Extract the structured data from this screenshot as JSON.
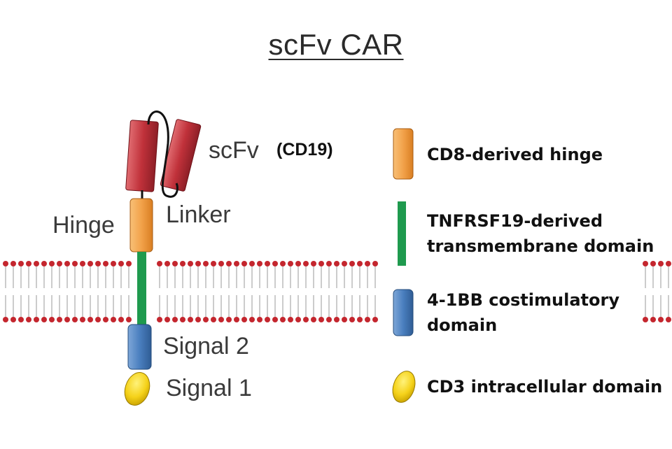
{
  "title": "scFv CAR",
  "labels": {
    "scfv": "scFv",
    "target": "(CD19)",
    "hinge": "Hinge",
    "linker": "Linker",
    "signal2": "Signal 2",
    "signal1": "Signal 1"
  },
  "legend": [
    {
      "name": "hinge",
      "line1": "CD8-derived hinge",
      "line2": "",
      "color": "#f2a24a"
    },
    {
      "name": "transmembrane",
      "line1": "TNFRSF19-derived",
      "line2": "transmembrane domain",
      "color": "#1f9a4e"
    },
    {
      "name": "costimulatory",
      "line1": "4-1BB costimulatory",
      "line2": "domain",
      "color": "#4a7fbf"
    },
    {
      "name": "cd3",
      "line1": "CD3 intracellular domain",
      "line2": "",
      "color": "#f5d21a"
    }
  ],
  "colors": {
    "scfv": "#c0313a",
    "hinge": "#f2a24a",
    "transmembrane": "#1f9a4e",
    "costim": "#4a7fbf",
    "cd3": "#f5d21a",
    "lipid_head": "#c4262e",
    "lipid_tail": "#aaaaaa"
  }
}
